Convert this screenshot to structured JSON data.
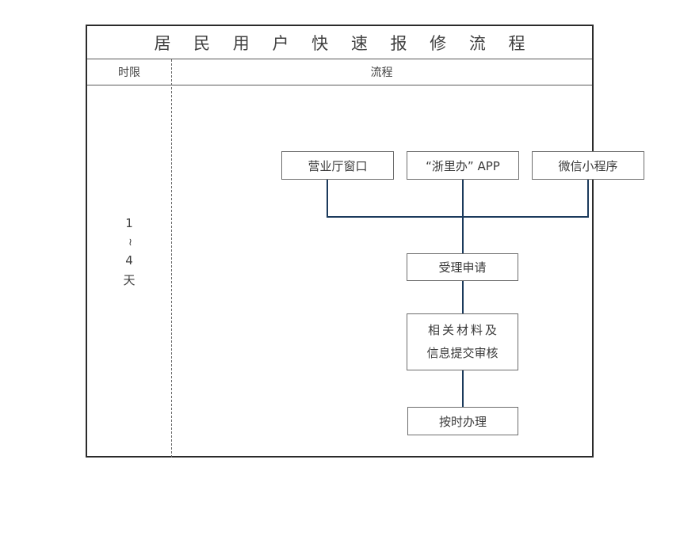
{
  "chart": {
    "title": "居 民 用 户 快 速 报 修 流 程",
    "header": {
      "limit_label": "时限",
      "flow_label": "流程"
    },
    "time_limit": {
      "start": "1",
      "separator": "~",
      "end": "4",
      "unit": "天"
    },
    "nodes": {
      "service_hall": "营业厅窗口",
      "zhejiang_app": "“浙里办” APP",
      "wechat_miniapp": "微信小程序",
      "accept_application": "受理申请",
      "submit_materials_line1": "相关材料及",
      "submit_materials_line2": "信息提交审核",
      "on_time_handling": "按时办理"
    },
    "colors": {
      "frame_border": "#2b2b2b",
      "box_border": "#6d6d6d",
      "connector": "#1b3a5c",
      "text": "#3a3a3a",
      "divider": "#666666"
    }
  },
  "chart_data": {
    "type": "diagram",
    "title": "居 民 用 户 快 速 报 修 流 程",
    "layout": "vertical-flowchart",
    "columns": [
      "时限",
      "流程"
    ],
    "time_limit_column": [
      "1",
      "~",
      "4",
      "天"
    ],
    "entry_points": [
      "营业厅窗口",
      "“浙里办” APP",
      "微信小程序"
    ],
    "steps": [
      "受理申请",
      "相关材料及信息提交审核",
      "按时办理"
    ],
    "edges": [
      {
        "from": "营业厅窗口",
        "to": "受理申请"
      },
      {
        "from": "“浙里办” APP",
        "to": "受理申请"
      },
      {
        "from": "微信小程序",
        "to": "受理申请"
      },
      {
        "from": "受理申请",
        "to": "相关材料及信息提交审核"
      },
      {
        "from": "相关材料及信息提交审核",
        "to": "按时办理"
      }
    ],
    "grid": false,
    "legend": "none"
  }
}
